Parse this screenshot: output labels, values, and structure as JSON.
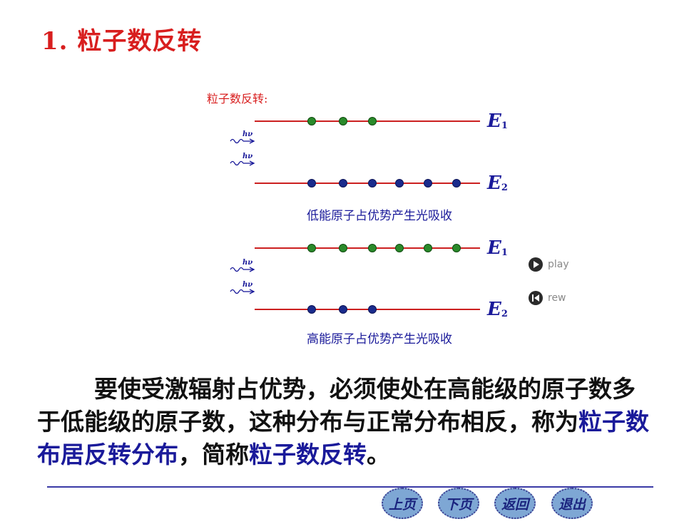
{
  "slide": {
    "title": "1. 粒子数反转"
  },
  "animation": {
    "label": "粒子数反转:",
    "photon_label": "hν",
    "top": {
      "E1_sym": "E",
      "E1_sub": "1",
      "E2_sym": "E",
      "E2_sub": "2",
      "caption": "低能原子占优势产生光吸收"
    },
    "bottom": {
      "E1_sym": "E",
      "E1_sub": "1",
      "E2_sym": "E",
      "E2_sub": "2",
      "caption": "高能原子占优势产生光吸收"
    },
    "controls": {
      "play": "play",
      "rew": "rew"
    },
    "colors": {
      "level_line": "#cc2020",
      "upper_atoms": "#2a8a2a",
      "lower_atoms": "#1a2b8c"
    }
  },
  "paragraph": {
    "p1": "要使受激辐射占优势，必须使处在高能级的原子数多于低能级的原子数，这种分布与正常分布相反，称为",
    "hl1": "粒子数布居反转分布",
    "p2": "，简称",
    "hl2": "粒子数反转",
    "p3": "。"
  },
  "nav": {
    "prev": "上页",
    "next": "下页",
    "back": "返回",
    "exit": "退出"
  }
}
